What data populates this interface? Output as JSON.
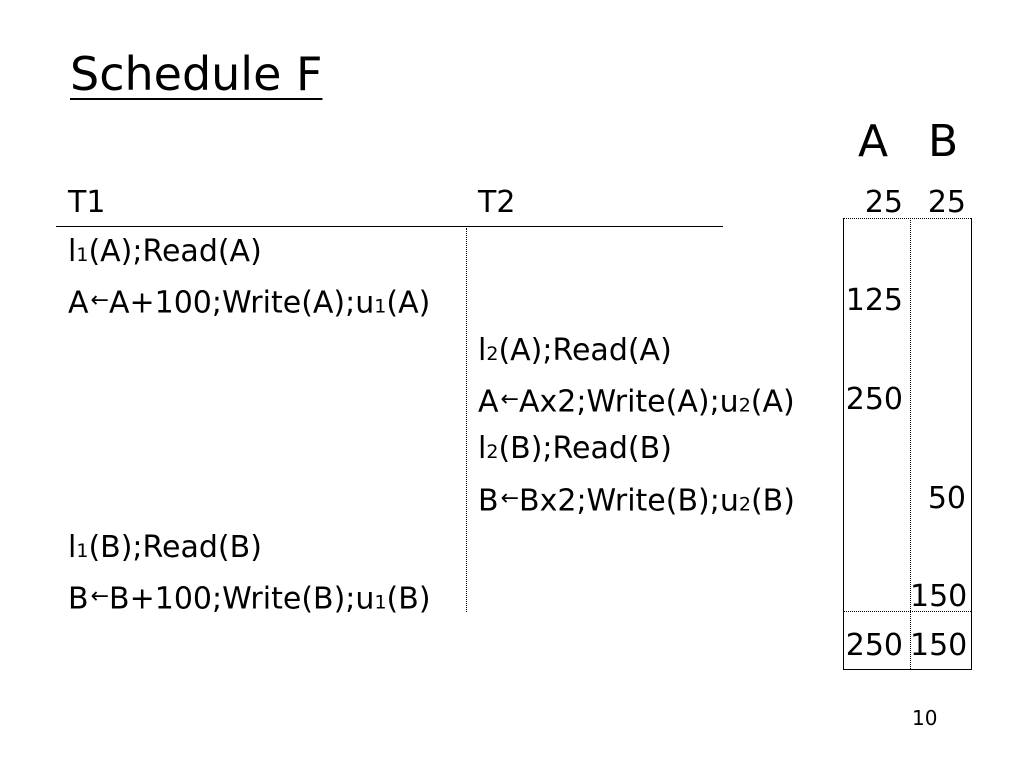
{
  "title": "Schedule F",
  "var_headers": {
    "a": "A",
    "b": "B"
  },
  "columns": {
    "t1": "T1",
    "t2": "T2"
  },
  "initial": {
    "a": "25",
    "b": "25"
  },
  "rows": [
    {
      "t1": {
        "pre": "l",
        "sub": "1",
        "post": "(A);Read(A)"
      }
    },
    {
      "t1": {
        "var": "A",
        "arrow": "←",
        "expr": "A+100;Write(A);u",
        "sub": "1",
        "post": "(A)"
      },
      "a": "125"
    },
    {
      "t2": {
        "pre": "l",
        "sub": "2",
        "post": "(A);Read(A)"
      }
    },
    {
      "t2": {
        "var": "A",
        "arrow": "←",
        "expr": "Ax2;Write(A);u",
        "sub": "2",
        "post": "(A)"
      },
      "a": "250"
    },
    {
      "t2": {
        "pre": "l",
        "sub": "2",
        "post": "(B);Read(B)"
      }
    },
    {
      "t2": {
        "var": "B",
        "arrow": "←",
        "expr": "Bx2;Write(B);u",
        "sub": "2",
        "post": "(B)"
      },
      "b": "50"
    },
    {
      "t1": {
        "pre": "l",
        "sub": "1",
        "post": "(B);Read(B)"
      }
    },
    {
      "t1": {
        "var": "B",
        "arrow": "←",
        "expr": "B+100;Write(B);u",
        "sub": "1",
        "post": "(B)"
      },
      "b": "150"
    }
  ],
  "totals": {
    "a": "250",
    "b": "150"
  },
  "page_number": "10"
}
